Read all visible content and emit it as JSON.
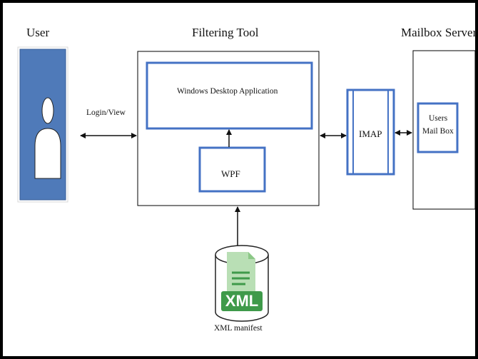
{
  "diagram": {
    "user_label": "User",
    "filtering_tool_label": "Filtering Tool",
    "mailbox_server_label": "Mailbox Server",
    "login_view_label": "Login/View",
    "windows_app_label": "Windows Desktop Application",
    "wpf_label": "WPF",
    "imap_label": "IMAP",
    "users_mailbox_line1": "Users",
    "users_mailbox_line2": "Mail Box",
    "xml_badge": "XML",
    "xml_manifest_label": "XML manifest"
  },
  "colors": {
    "accent_blue": "#4472c4",
    "user_fill": "#4f7ab9",
    "xml_green": "#3f9a4a",
    "xml_page": "#b9dfb5"
  }
}
